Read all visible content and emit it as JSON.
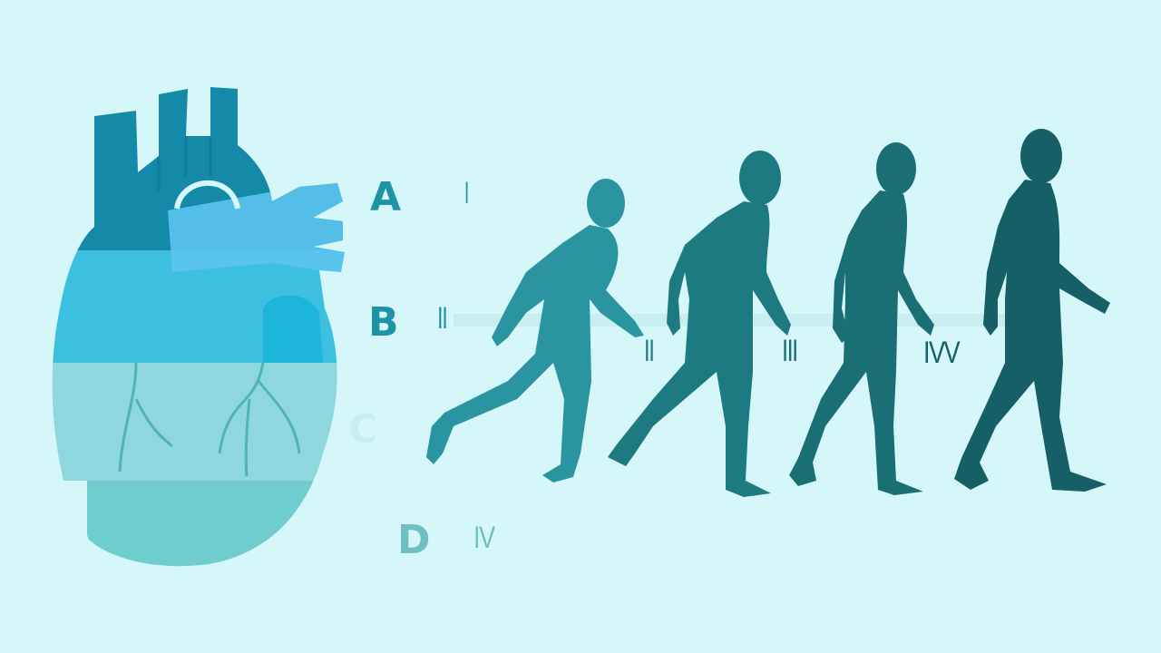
{
  "stages": [
    {
      "letter": "A",
      "numeral": "I",
      "color": "#1f93a6"
    },
    {
      "letter": "B",
      "numeral": "II",
      "color": "#1f93a6"
    },
    {
      "letter": "C",
      "numeral": "",
      "color": "#c9eef0"
    },
    {
      "letter": "D",
      "numeral": "IV",
      "color": "#6fbfc3"
    }
  ],
  "figure_labels": [
    "II",
    "III",
    "IVV"
  ],
  "colors": {
    "background": "#d6f7fa",
    "figure_1": "#2a95a1",
    "figure_2": "#1d7a80",
    "figure_3": "#196f74",
    "figure_4": "#175f66",
    "heart_top": "#1489a8",
    "heart_band_2": "#3dbfe0",
    "heart_band_3": "#8ed8dd",
    "heart_band_4": "#6fcdce"
  },
  "icons": [
    "heart-icon",
    "walking-person-icon"
  ]
}
